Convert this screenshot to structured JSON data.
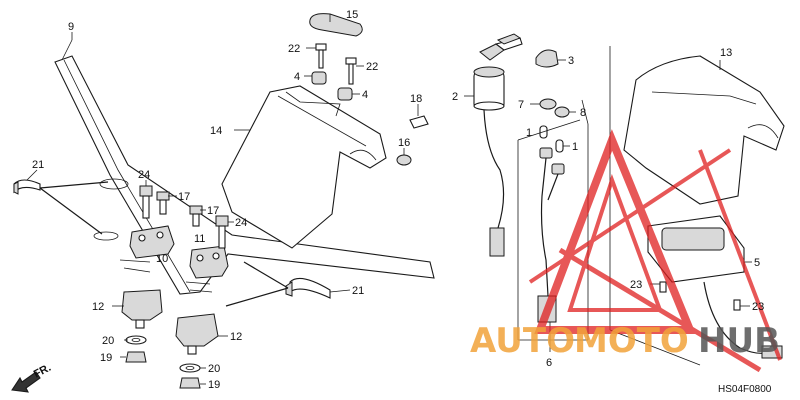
{
  "diagram": {
    "labels": {
      "p1": "1",
      "p2": "2",
      "p3": "3",
      "p4": "4",
      "p5": "5",
      "p6": "6",
      "p7": "7",
      "p8": "8",
      "p9": "9",
      "p10": "10",
      "p11": "11",
      "p12": "12",
      "p13": "13",
      "p14": "14",
      "p15": "15",
      "p16": "16",
      "p17": "17",
      "p18": "18",
      "p19": "19",
      "p20": "20",
      "p21": "21",
      "p22": "22",
      "p23": "23",
      "p24": "24"
    },
    "front_marker": "FR.",
    "diagram_code": "HS04F0800"
  },
  "watermark": {
    "word_a": "AUTO",
    "word_b": "MOTO",
    "word_c": "HUB",
    "color_orange": "#f2a33a",
    "color_red": "#e02020"
  }
}
